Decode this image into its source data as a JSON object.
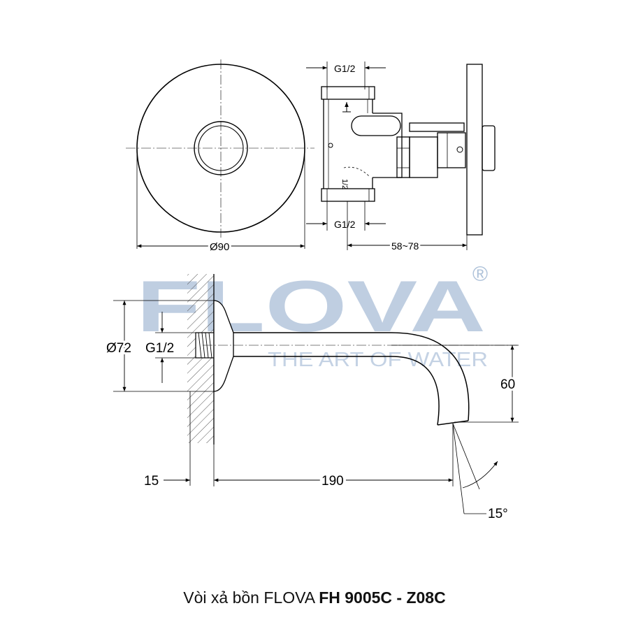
{
  "watermark": {
    "brand": "FLOVA",
    "registered": "®",
    "tagline": "THE ART OF WATER",
    "color": "#8aa6c9"
  },
  "front_view": {
    "diameter_label": "Ø90"
  },
  "side_view": {
    "top_port_label": "G1/2",
    "bottom_port_label": "G1/2",
    "depth_label": "58~78",
    "valve_mark": "1/2"
  },
  "spout_view": {
    "flange_diameter_label": "Ø72",
    "thread_label": "G1/2",
    "wall_offset_label": "15",
    "length_label": "190",
    "height_label": "60",
    "angle_label": "15°"
  },
  "caption": {
    "prefix": "Vòi xả bồn FLOVA ",
    "model": "FH 9005C - Z08C"
  }
}
